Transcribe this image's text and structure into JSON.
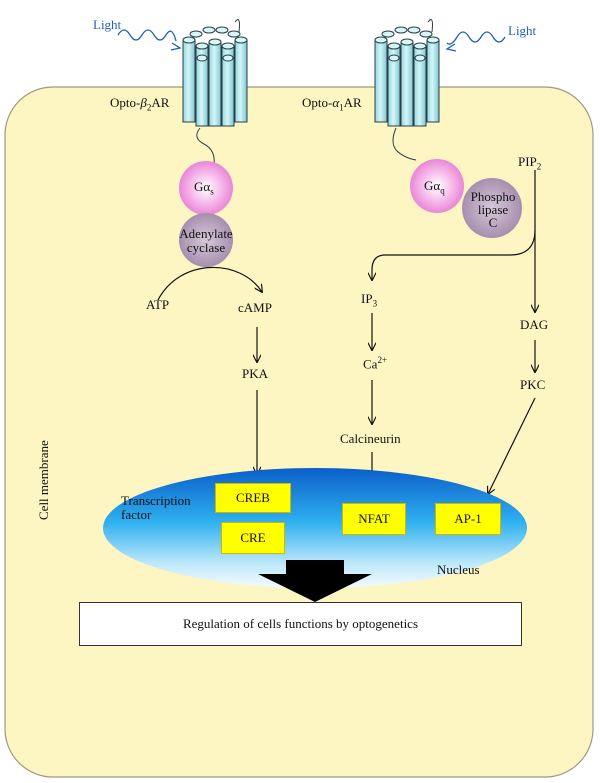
{
  "light_left": "Light",
  "light_right": "Light",
  "receptor_left": {
    "prefix": "Opto-",
    "greek": "β",
    "sub": "2",
    "suffix": "AR"
  },
  "receptor_right": {
    "prefix": "Opto-",
    "greek": "α",
    "sub": "1",
    "suffix": "AR"
  },
  "g_alpha_s": {
    "greek": "Gα",
    "sub": "s"
  },
  "g_alpha_q": {
    "greek": "Gα",
    "sub": "q"
  },
  "adenylate_cyclase": [
    "Adenylate",
    "cyclase"
  ],
  "phospholipase": [
    "Phospho",
    "lipase",
    "C"
  ],
  "atp": "ATP",
  "camp": "cAMP",
  "pka": "PKA",
  "pip2": {
    "base": "PIP",
    "sub": "2"
  },
  "ip3": {
    "base": "IP",
    "sub": "3"
  },
  "ca": {
    "base": "Ca",
    "sup": "2+"
  },
  "calcineurin": "Calcineurin",
  "dag": "DAG",
  "pkc": "PKC",
  "cell_membrane": "Cell membrane",
  "transcription_factor": [
    "Transcription",
    "factor"
  ],
  "creb": "CREB",
  "cre": "CRE",
  "nfat": "NFAT",
  "ap1": "AP-1",
  "nucleus": "Nucleus",
  "regulation": "Regulation of cells functions by optogenetics",
  "colors": {
    "cell_fill": "#fdf6c3",
    "cell_stroke": "#9c9a80",
    "receptor": "#aee8ee",
    "g_protein": "#f29ee6",
    "enzyme": "#b9a6be",
    "nucleus_top": "#0b6fd6",
    "nucleus_bottom": "#e8f7ff",
    "tf_box": "#ffff00",
    "light": "#1f5fb8"
  }
}
